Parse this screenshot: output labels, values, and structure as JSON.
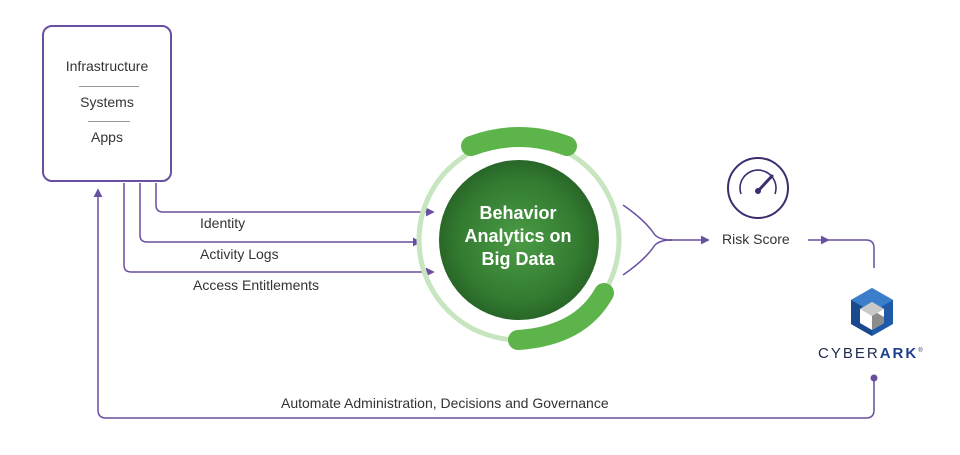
{
  "sources": [
    "Infrastructure",
    "Systems",
    "Apps"
  ],
  "flows": [
    "Identity",
    "Activity Logs",
    "Access Entitlements"
  ],
  "center": [
    "Behavior",
    "Analytics on",
    "Big Data"
  ],
  "output": "Risk Score",
  "feedback": "Automate Administration, Decisions and Governance",
  "brand": {
    "part1": "CYBER",
    "part2": "ARK",
    "mark": "®"
  },
  "colors": {
    "purple": "#6a4fa0",
    "green_dark": "#2e6b2a",
    "green_mid": "#3f8f3a",
    "green_light": "#5db44a",
    "ring_light": "#c7e6bf",
    "navy": "#1d2a4a"
  }
}
